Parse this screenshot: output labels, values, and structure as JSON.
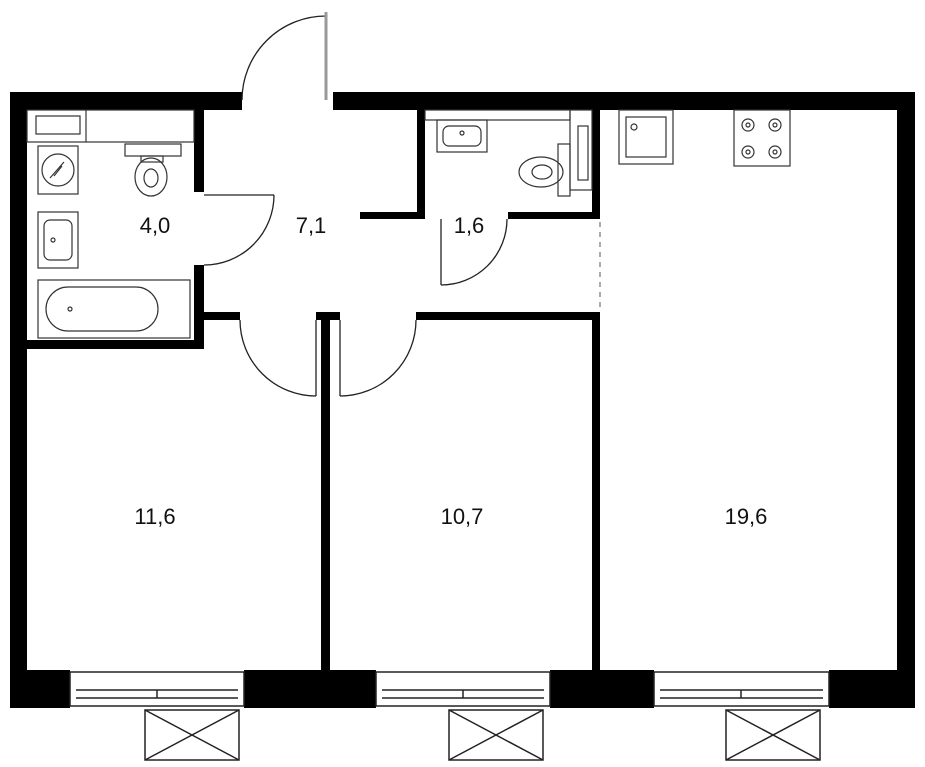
{
  "rooms": {
    "bathroom": "4,0",
    "hallway": "7,1",
    "wc": "1,6",
    "bedroom_left": "11,6",
    "bedroom_middle": "10,7",
    "kitchen_living": "19,6"
  },
  "colors": {
    "wall": "#000000",
    "fixture": "#333333",
    "background": "#ffffff"
  },
  "icons": [
    "washing-machine-icon",
    "toilet-icon",
    "sink-icon",
    "bathtub-icon",
    "kitchen-sink-icon",
    "stove-icon"
  ]
}
